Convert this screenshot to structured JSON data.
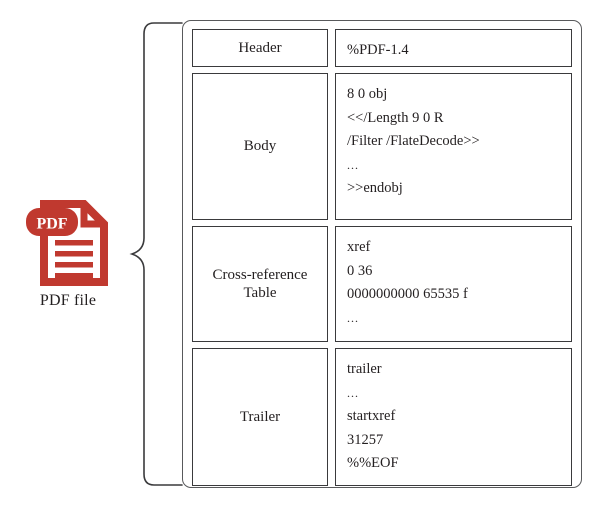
{
  "figure": {
    "icon_name": "pdf-file-icon",
    "badge_text": "PDF",
    "caption": "PDF file",
    "icon_color": "#c0392f",
    "badge_color": "#c0392f"
  },
  "connector": {
    "name": "curly-brace",
    "color": "#3a3a3c"
  },
  "structure": {
    "rows": [
      {
        "label": "Header",
        "lines": [
          "%PDF-1.4"
        ]
      },
      {
        "label": "Body",
        "lines": [
          "8 0 obj",
          "<</Length 9 0 R",
          "/Filter /FlateDecode>>",
          "...",
          ">>endobj"
        ]
      },
      {
        "label": "Cross-reference Table",
        "label_line1": "Cross-reference",
        "label_line2": "Table",
        "lines": [
          "xref",
          "0 36",
          "0000000000 65535 f",
          "..."
        ]
      },
      {
        "label": "Trailer",
        "lines": [
          "trailer",
          "...",
          "startxref",
          "31257",
          "%%EOF"
        ]
      }
    ]
  }
}
